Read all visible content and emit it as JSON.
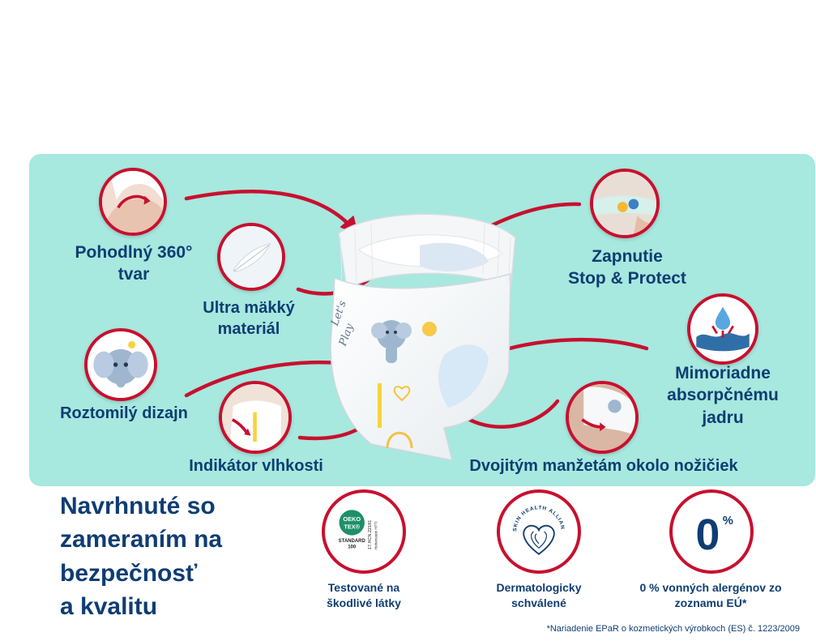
{
  "features": {
    "fit360": "Pohodlný 360°\ntvar",
    "soft": "Ultra mäkký\nmateriál",
    "design": "Roztomilý dizajn",
    "wetness": "Indikátor vlhkosti",
    "fastening": "Zapnutie\nStop & Protect",
    "absorbent": "Mimoriadne\nabsorpčnému\njadru",
    "cuffs": "Dvojitým manžetám okolo nožičiek"
  },
  "product": {
    "print_text": "Let's\nPlay"
  },
  "headline": "Navrhnuté so\nzameraním na\nbezpečnosť\na kvalitu",
  "badges": {
    "oekotex": {
      "logo_line1": "OEKO",
      "logo_line2": "TEX®",
      "standard_line1": "STANDARD",
      "standard_line2": "100",
      "side_line1": "17.HCN.22181",
      "side_line2": "Hohenstein HTTI",
      "caption": "Testované na\nškodlivé látky"
    },
    "skin": {
      "arc_text": "SKIN HEALTH ALLIANCE",
      "caption": "Dermatologicky\nschválené"
    },
    "fragrance": {
      "value": "0",
      "unit": "%",
      "caption": "0 % vonných alergénov zo\nzoznamu EÚ*"
    }
  },
  "footnote": "*Nariadenie EPaR o kozmetických výrobkoch (ES) č. 1223/2009",
  "colors": {
    "panel": "#a7e8df",
    "accent_red": "#c8102e",
    "text_navy": "#0f3d72"
  }
}
